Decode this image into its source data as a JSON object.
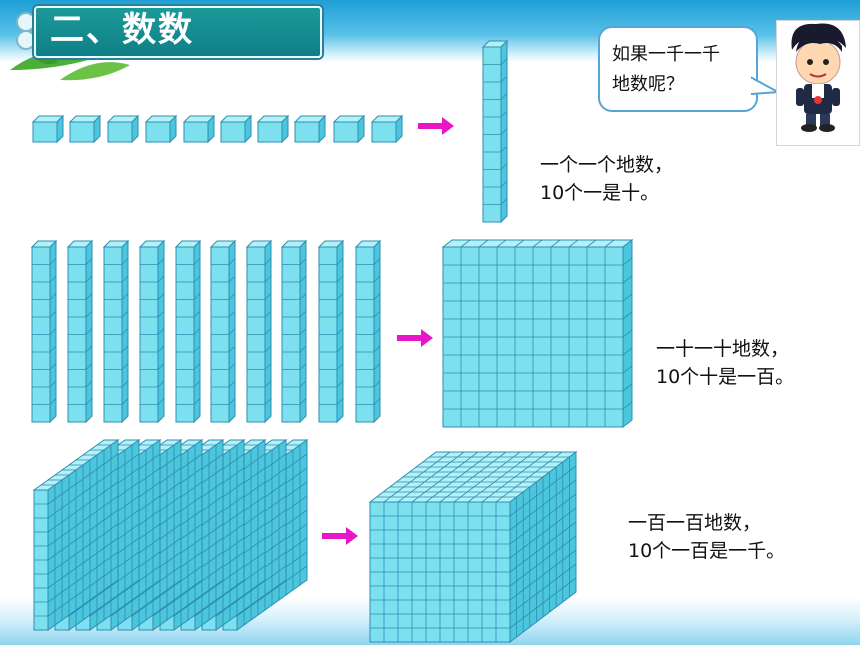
{
  "title": "二、数数",
  "bubble": {
    "line1": "如果一千一千",
    "line2": "地数呢？"
  },
  "rows": [
    {
      "line1": "一个一个地数，",
      "line2": "10个一是十。"
    },
    {
      "line1": "一十一十地数，",
      "line2": "10个十是一百。"
    },
    {
      "line1": "一百一百地数，",
      "line2": "10个一百是一千。"
    }
  ],
  "colors": {
    "cube_face": "#7de0ef",
    "cube_edge": "#2d8fb0",
    "arrow": "#e816c8",
    "title_bg": "#138b90"
  },
  "icons": [
    "arrow-right-icon",
    "boy-character-icon",
    "leaf-decoration-icon"
  ]
}
